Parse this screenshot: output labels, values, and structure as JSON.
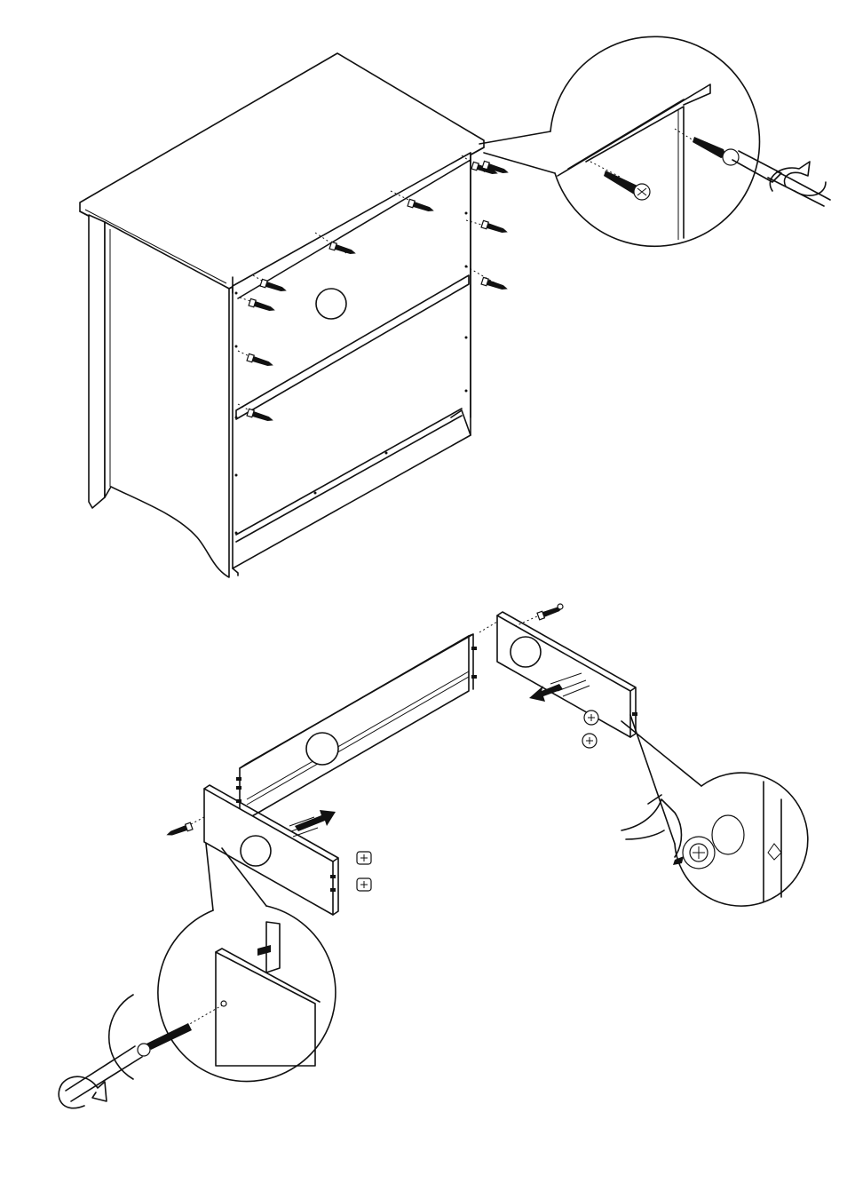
{
  "steps": [
    {
      "id": "attach-back-panel",
      "part_marker_label": "",
      "detail": "back-panel-screw-into-top-edge",
      "tool": "screwdriver-icon",
      "fastener": "screw-icon"
    },
    {
      "id": "assemble-drawer-box",
      "part_marker_labels": [
        "",
        "",
        ""
      ],
      "details": [
        "cam-lock-tighten",
        "front-panel-screw"
      ],
      "tools": [
        "screwdriver-icon",
        "hand-icon"
      ],
      "fasteners": [
        "screw-icon",
        "cam-lock-icon",
        "dowel-icon"
      ],
      "arrows": [
        "slide-arrow-in",
        "slide-arrow-out"
      ]
    }
  ],
  "colors": {
    "line": "#111111",
    "background": "#ffffff"
  }
}
